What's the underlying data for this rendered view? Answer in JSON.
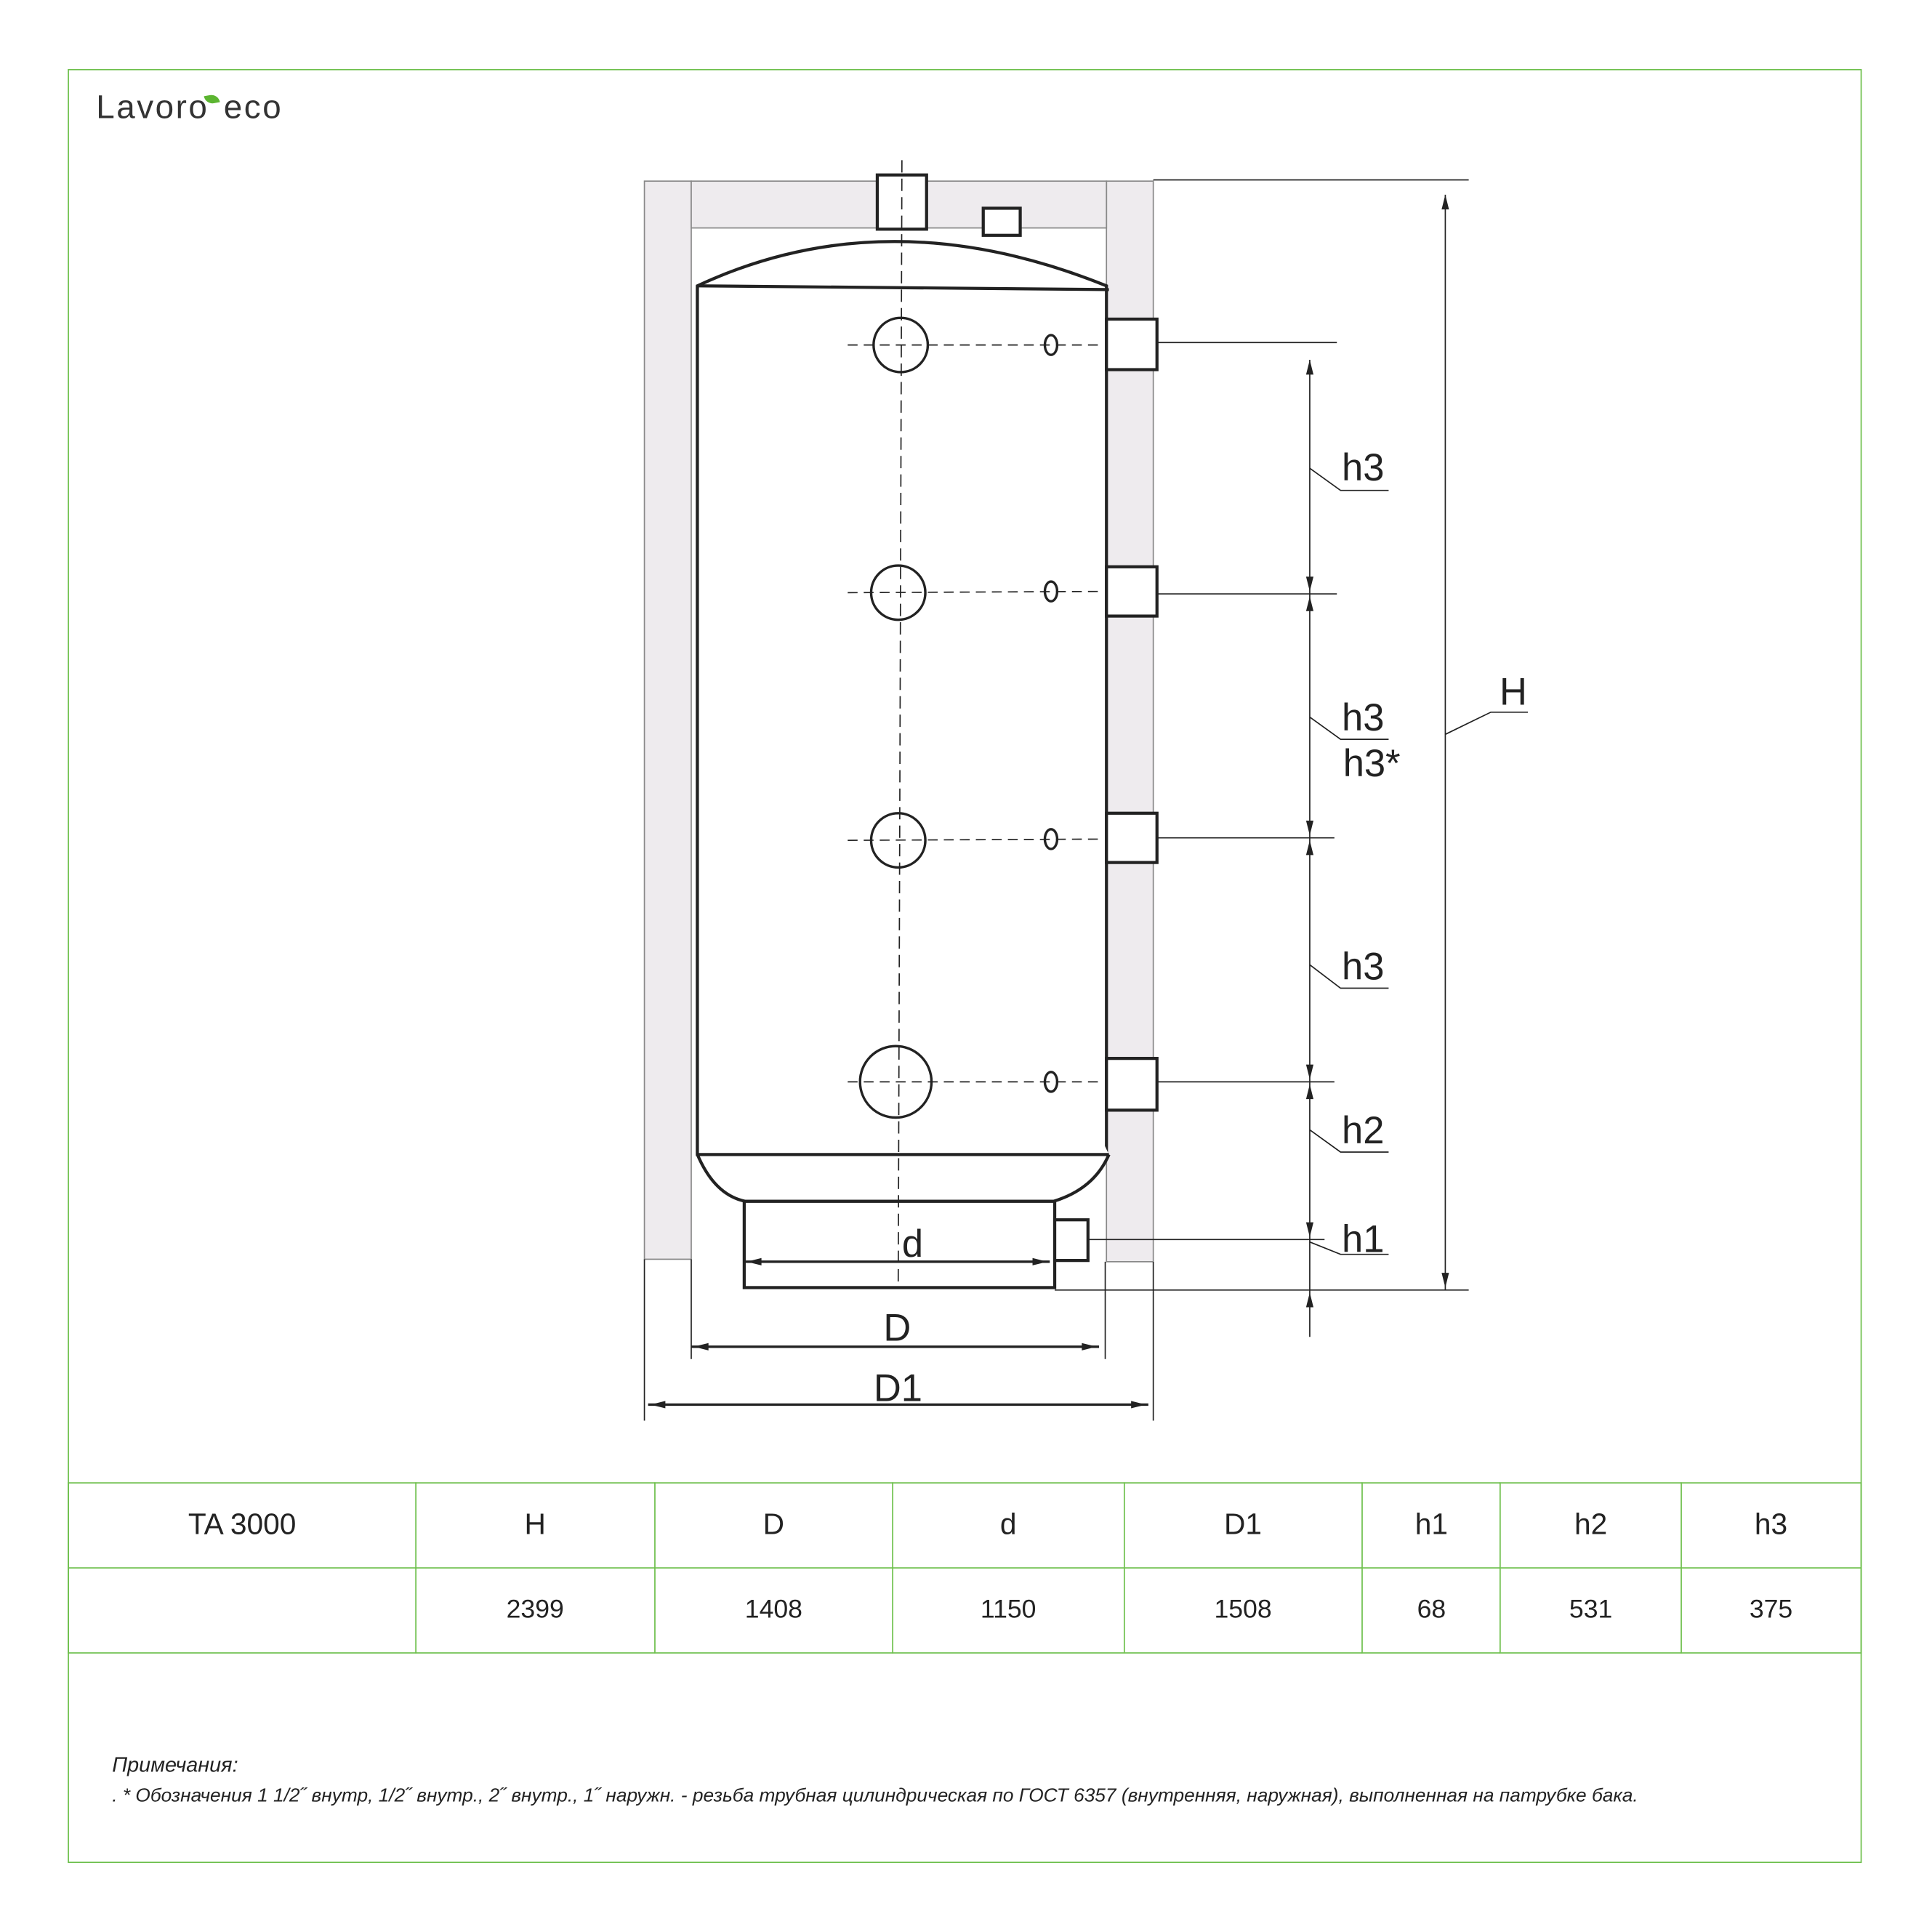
{
  "logo": {
    "text_left": "Lavoro",
    "text_right": "eco",
    "accent": "#5cb531"
  },
  "drawing": {
    "labels": {
      "h3_a": "h3",
      "h3_b": "h3",
      "h3_star": "h3*",
      "h3_c": "h3",
      "h2": "h2",
      "h1": "h1",
      "H": "H",
      "d": "d",
      "D": "D",
      "D1": "D1"
    }
  },
  "table": {
    "model": "TA 3000",
    "headers": [
      "H",
      "D",
      "d",
      "D1",
      "h1",
      "h2",
      "h3"
    ],
    "values": [
      "2399",
      "1408",
      "1150",
      "1508",
      "68",
      "531",
      "375"
    ]
  },
  "notes": {
    "title": "Примечания:",
    "line": ". * Обозначения 1 1/2˝ внутр, 1/2˝ внутр., 2˝ внутр., 1˝  наружн. - резьба трубная цилиндрическая по ГОСТ 6357 (внутренняя, наружная), выполненная на патрубке бака."
  }
}
